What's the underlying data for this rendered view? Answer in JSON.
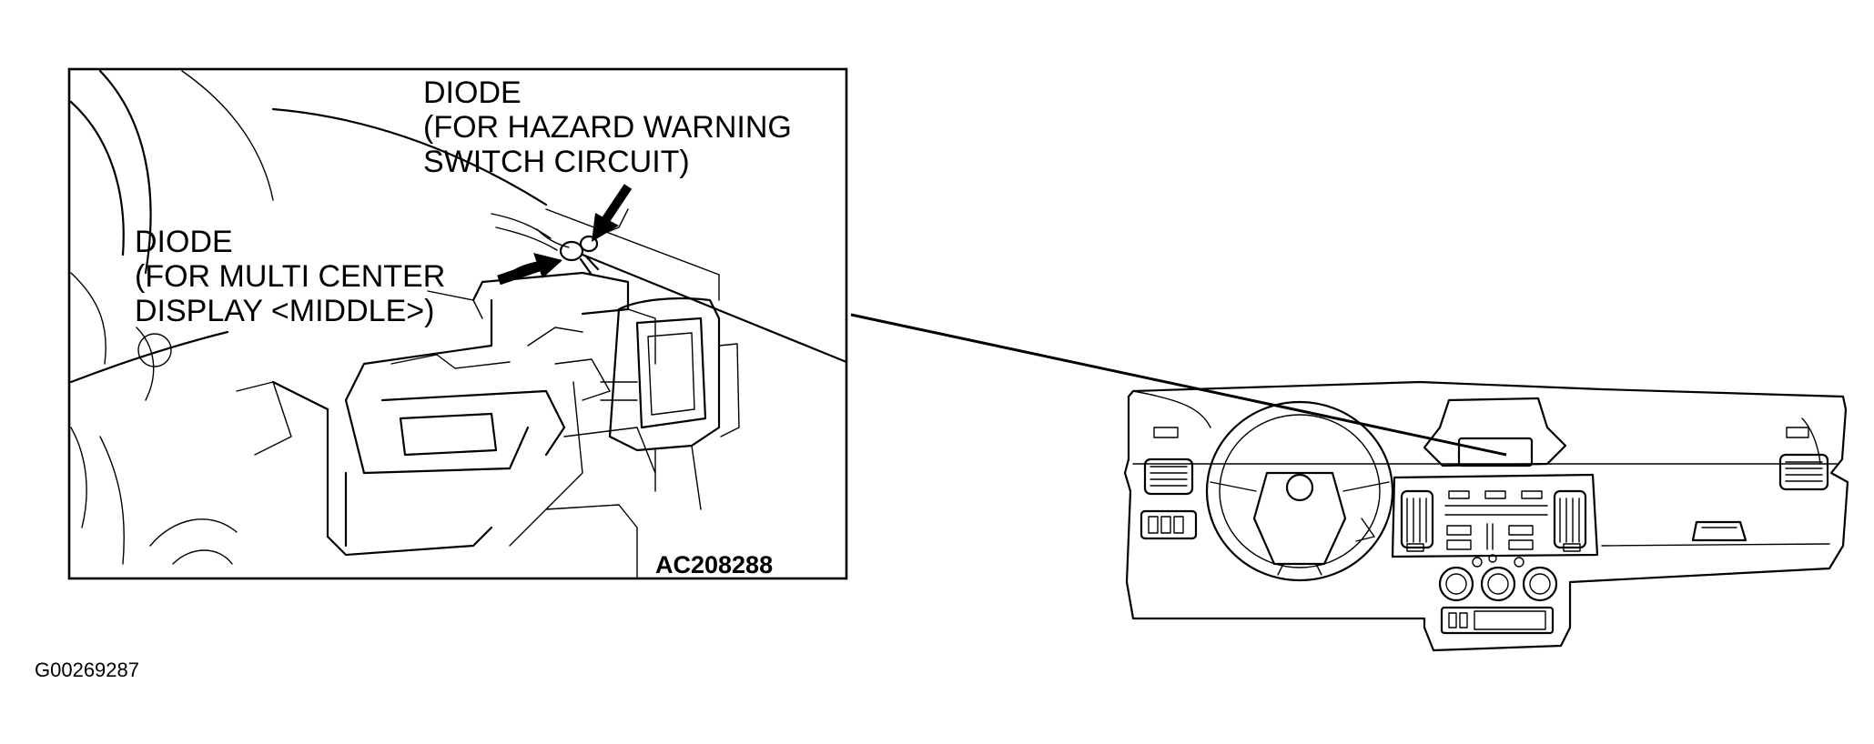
{
  "callouts": {
    "hazard_diode": [
      "DIODE",
      "(FOR HAZARD WARNING",
      "SWITCH CIRCUIT)"
    ],
    "multi_center_diode": [
      "DIODE",
      "(FOR MULTI CENTER",
      "DISPLAY <MIDDLE>)"
    ]
  },
  "detail_code": "AC208288",
  "figure_id": "G00269287"
}
